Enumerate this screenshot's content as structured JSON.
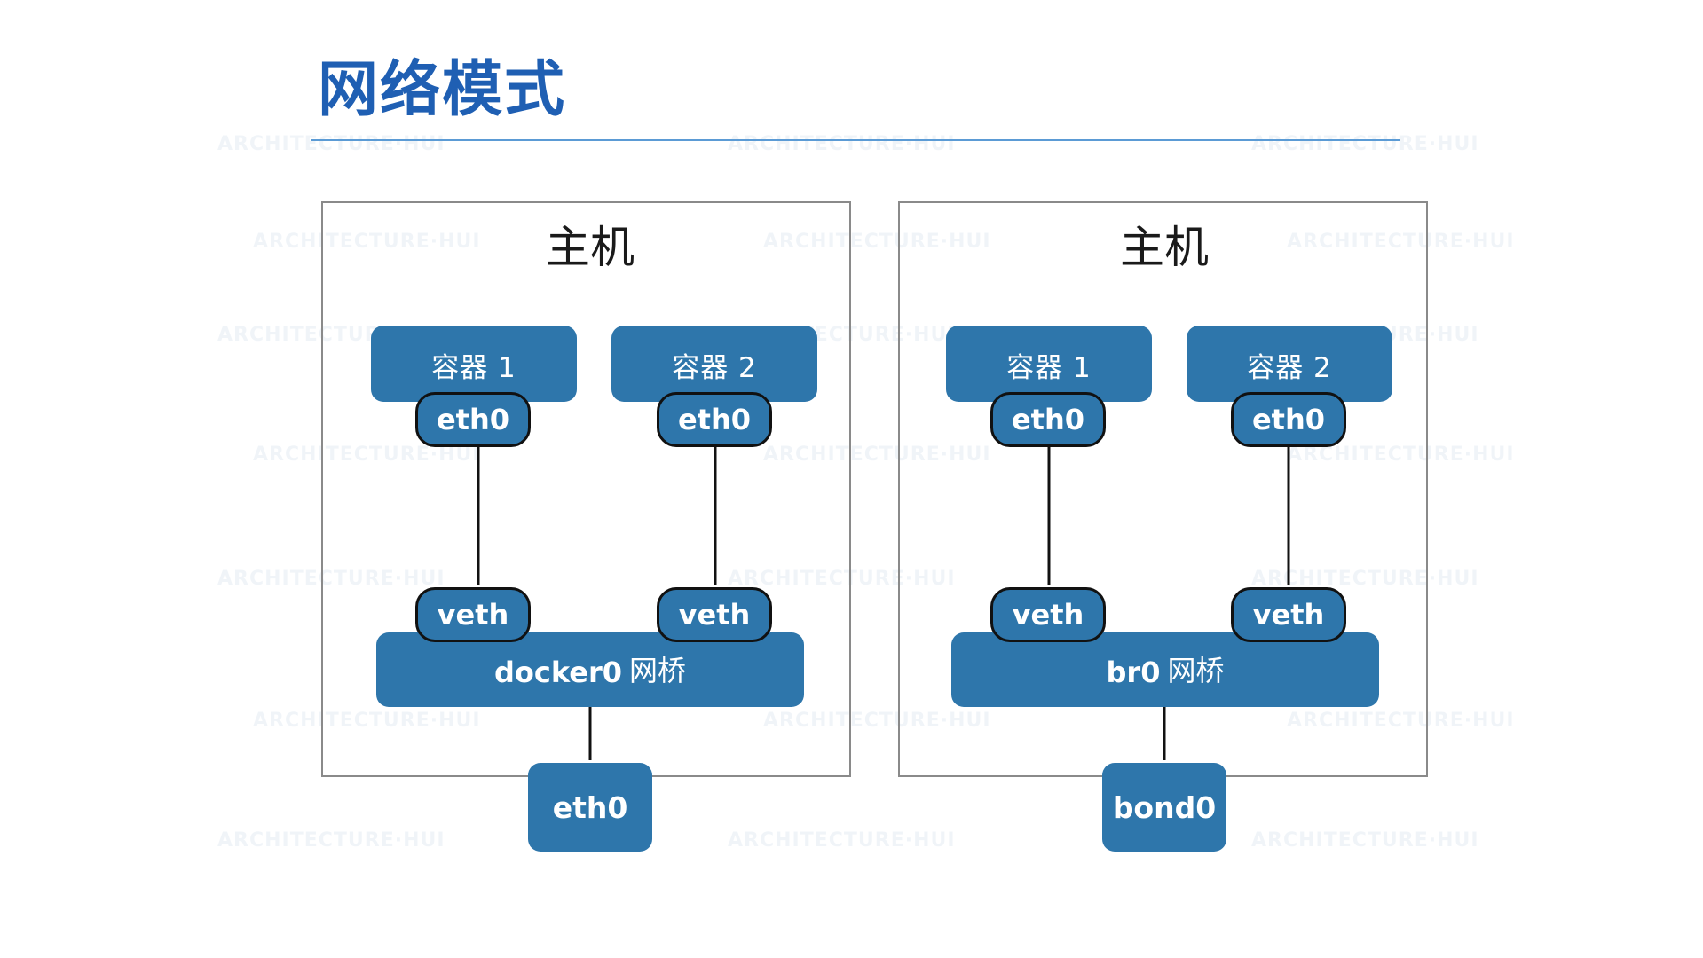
{
  "slide": {
    "title": "网络模式",
    "watermark_text": "ARCHITECTURE·HUI"
  },
  "diagrams": [
    {
      "host_label": "主机",
      "containers": [
        {
          "label": "容器 1",
          "eth": "eth0",
          "veth": "veth"
        },
        {
          "label": "容器 2",
          "eth": "eth0",
          "veth": "veth"
        }
      ],
      "bridge": {
        "name": "docker0",
        "suffix": "网桥"
      },
      "host_interface": "eth0"
    },
    {
      "host_label": "主机",
      "containers": [
        {
          "label": "容器 1",
          "eth": "eth0",
          "veth": "veth"
        },
        {
          "label": "容器 2",
          "eth": "eth0",
          "veth": "veth"
        }
      ],
      "bridge": {
        "name": "br0",
        "suffix": "网桥"
      },
      "host_interface": "bond0"
    }
  ],
  "colors": {
    "title": "#1f5fb3",
    "node_fill": "#2e76ab",
    "node_text": "#ffffff",
    "iface_border": "#111111",
    "host_border": "#8a8a8a"
  }
}
